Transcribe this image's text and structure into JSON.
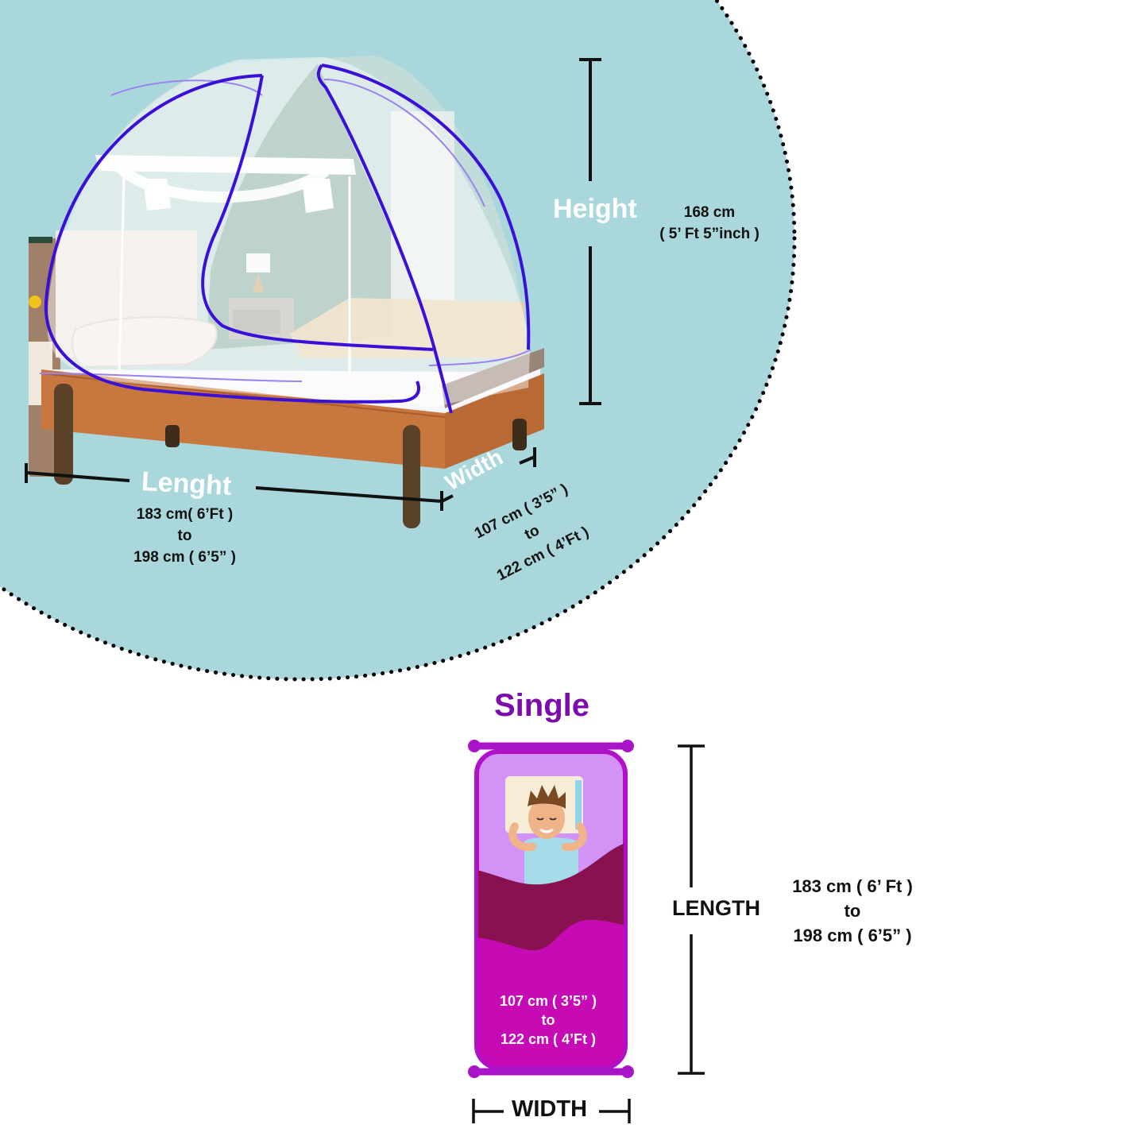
{
  "colors": {
    "circle_bg": "#aad7dc",
    "net_trim": "#3a0fd8",
    "single_title": "#7d0cae",
    "bed_frame_border": "#b010c8",
    "bed_fill": "#d392f5",
    "blanket_dark": "#87124f",
    "blanket_magenta": "#c60bb5"
  },
  "product_view": {
    "height": {
      "label": "Height",
      "value_cm": "168 cm",
      "value_imperial": "( 5’ Ft 5”inch )"
    },
    "length": {
      "label": "Lenght",
      "min": "183 cm( 6’Ft )",
      "connector": "to",
      "max": "198 cm ( 6’5” )"
    },
    "width": {
      "label": "Width",
      "min": "107 cm ( 3’5” )",
      "connector": "to",
      "max": "122 cm ( 4’Ft )"
    }
  },
  "size_diagram": {
    "title": "Single",
    "width_text": {
      "min": "107 cm ( 3’5” )",
      "connector": "to",
      "max": "122 cm ( 4’Ft )"
    },
    "length_caption": "LENGTH",
    "length_text": {
      "min": "183 cm ( 6’ Ft )",
      "connector": "to",
      "max": "198 cm ( 6’5” )"
    },
    "width_caption": "WIDTH"
  }
}
